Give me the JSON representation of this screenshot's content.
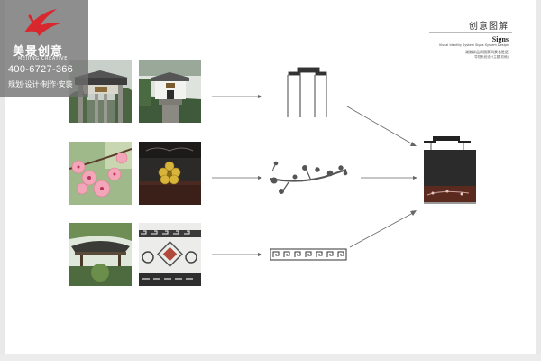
{
  "brand": {
    "name": "美景创意",
    "subtitle": "MEIJING CREATIVE",
    "phone": "400-6727-366",
    "services": "规划·设计·制作·安装",
    "logo_icon": "brand-swoosh-icon",
    "accent_color": "#d8282d"
  },
  "header": {
    "title": "创意图解",
    "subtitle": "Signs",
    "line_en": "Visual Identity System Signs System Design",
    "line_cn": "湖湘群品质国家风景名胜区",
    "line_cn2": "导视系统设计主题(初稿)"
  },
  "rows": [
    {
      "photos": [
        "memorial-archway-photo",
        "temple-gate-photo"
      ],
      "result": "archway-outline-drawing"
    },
    {
      "photos": [
        "peach-blossom-photo",
        "gold-flower-carving-photo"
      ],
      "result": "blossom-branch-silhouette"
    },
    {
      "photos": [
        "pavilion-roof-photo",
        "fretwork-pattern-photo"
      ],
      "result": "meander-pattern-drawing"
    }
  ],
  "final": {
    "name": "sign-composite-drawing"
  },
  "colors": {
    "brand_overlay": "#6e6e6e",
    "sign_dark": "#2b2b2b",
    "sign_wood": "#5a2a1e",
    "line": "#555555"
  }
}
